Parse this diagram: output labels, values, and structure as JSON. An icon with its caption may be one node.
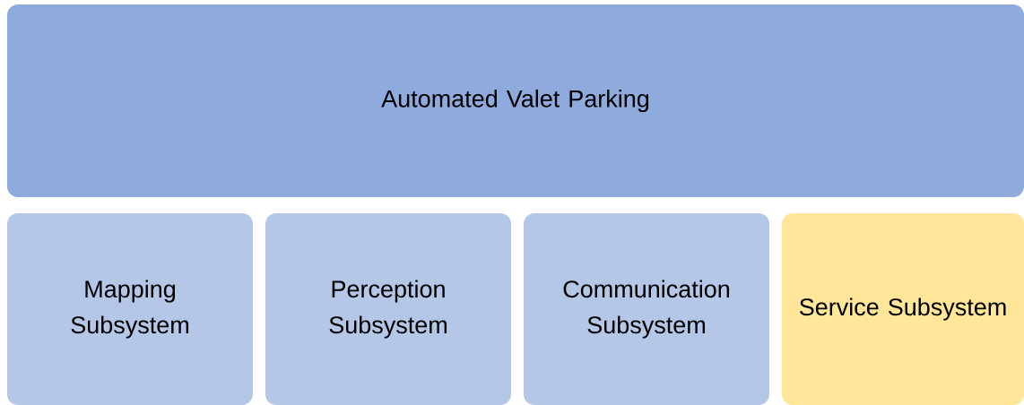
{
  "diagram": {
    "nodes": [
      {
        "text": [
          "Automated Valet Parking"
        ]
      },
      {
        "text": [
          "Mapping Subsystem"
        ]
      },
      {
        "text": [
          "Perception Subsystem"
        ]
      },
      {
        "text": [
          "Communication Subsystem"
        ]
      },
      {
        "text": [
          "Service Subsystem"
        ]
      }
    ]
  }
}
